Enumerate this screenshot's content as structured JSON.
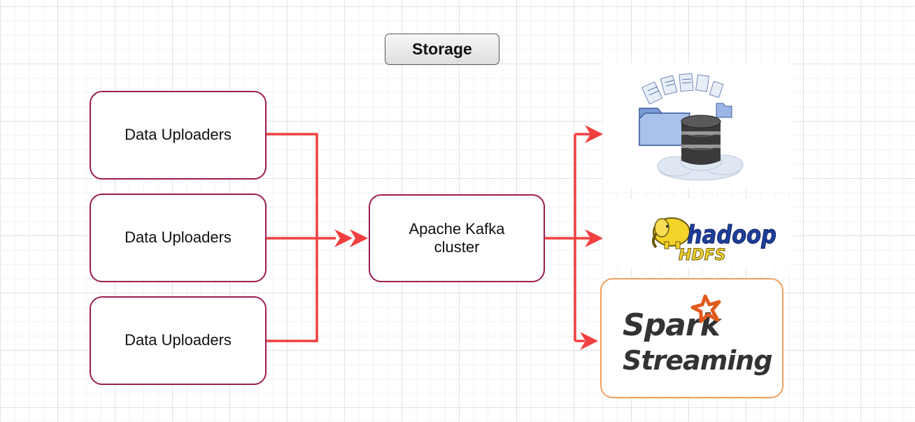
{
  "storage": {
    "label": "Storage"
  },
  "uploaders": [
    {
      "label": "Data Uploaders"
    },
    {
      "label": "Data Uploaders"
    },
    {
      "label": "Data Uploaders"
    }
  ],
  "kafka": {
    "label": "Apache Kafka\ncluster"
  },
  "hadoop": {
    "wordmark": "hadoop",
    "sub": "HDFS"
  },
  "spark": {
    "word1": "Spark",
    "word2": "Streaming"
  },
  "colors": {
    "arrow": "#f23f3f",
    "node_border": "#9c1d53",
    "spark_border": "#f0a060",
    "spark_star": "#e25a1c",
    "hadoop_yellow": "#f4d32a",
    "hadoop_blue": "#1f3e9a"
  },
  "icons": [
    "database-server-icon",
    "file-folder-icon",
    "cloud-icon",
    "hadoop-elephant-icon",
    "spark-star-icon"
  ]
}
